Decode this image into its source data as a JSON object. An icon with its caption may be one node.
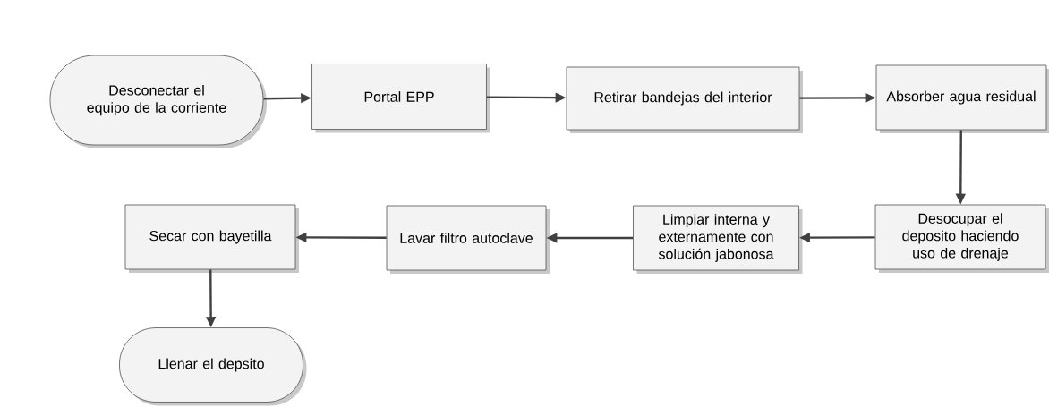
{
  "diagram": {
    "nodes": [
      {
        "text": [
          "Desconectar el equipo de la corriente"
        ]
      },
      {
        "text": [
          "Portal EPP"
        ]
      },
      {
        "text": [
          "Retirar bandejas del interior"
        ]
      },
      {
        "text": [
          "Absorber agua residual"
        ]
      },
      {
        "text": [
          "Desocupar el deposito haciendo uso de drenaje"
        ]
      },
      {
        "text": [
          "Limpiar interna y externamente con solución jabonosa"
        ]
      },
      {
        "text": [
          "Lavar filtro autoclave"
        ]
      },
      {
        "text": [
          "Secar con bayetilla"
        ]
      },
      {
        "text": [
          "Llenar el depsito"
        ]
      }
    ],
    "edges": [
      {
        "from": 0,
        "to": 1,
        "arrow": "to"
      },
      {
        "from": 1,
        "to": 2,
        "arrow": "to"
      },
      {
        "from": 2,
        "to": 3,
        "arrow": "to"
      },
      {
        "from": 3,
        "to": 4,
        "arrow": "to"
      },
      {
        "from": 4,
        "to": 5,
        "arrow": "to"
      },
      {
        "from": 5,
        "to": 6,
        "arrow": "to"
      },
      {
        "from": 6,
        "to": 7,
        "arrow": "to"
      },
      {
        "from": 7,
        "to": 8,
        "arrow": "to"
      }
    ]
  }
}
